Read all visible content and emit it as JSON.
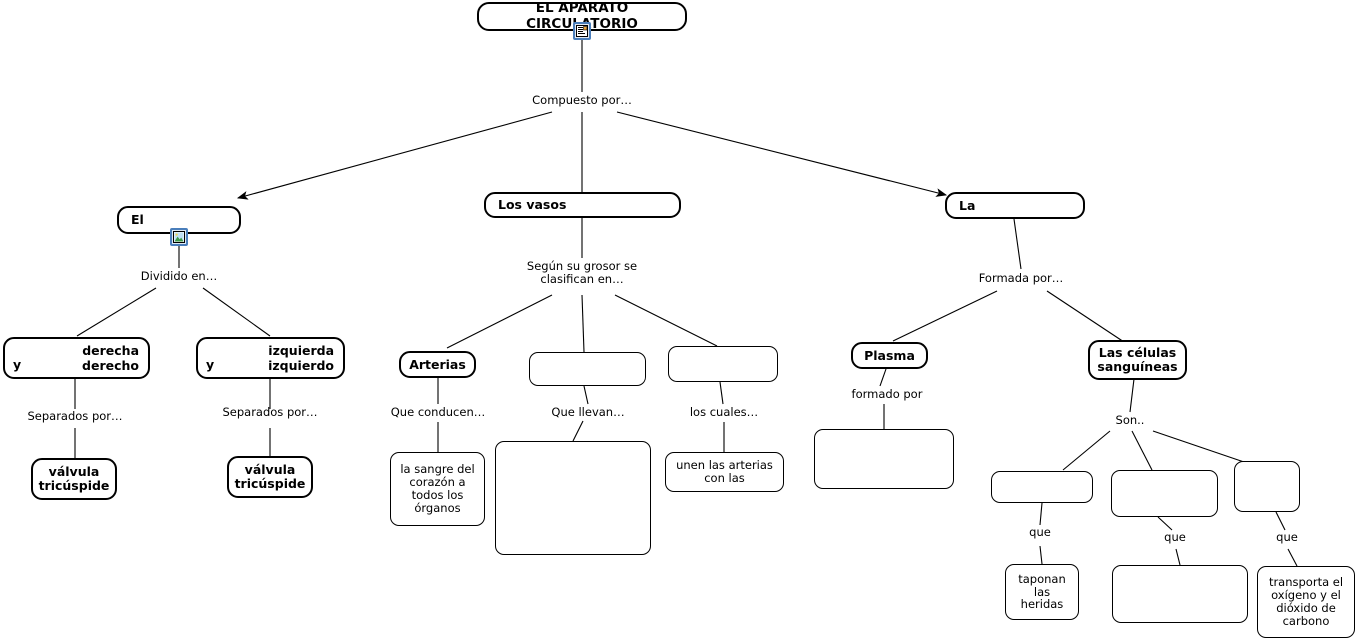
{
  "map": {
    "title": "EL APARATO CIRCULATORIO",
    "language": "es",
    "root": {
      "label": "EL APARATO CIRCULATORIO",
      "icon": "notes-icon"
    },
    "link_labels": {
      "compuesto_por": "Compuesto por…",
      "dividido_en": "Dividido en…",
      "segun_grosor": "Según su grosor se\nclasifican en…",
      "formada_por": "Formada por…",
      "separados_por_1": "Separados por…",
      "separados_por_2": "Separados por…",
      "que_conducen": "Que conducen…",
      "que_llevan": "Que llevan…",
      "los_cuales": "los cuales…",
      "formado_por": "formado por",
      "son": "Son..",
      "que_1": "que",
      "que_2": "que",
      "que_3": "que"
    },
    "nodes": {
      "el_corazon": {
        "label": "El",
        "icon": "image-icon"
      },
      "los_vasos": {
        "label": "Los vasos"
      },
      "la_sangre": {
        "label": "La"
      },
      "lado_derecho": {
        "lhs": "y",
        "rhs": "derecha\nderecho"
      },
      "lado_izquierdo": {
        "lhs": "y",
        "rhs": "izquierda\nizquierdo"
      },
      "valvula_tricuspide_1": {
        "label": "válvula\ntricúspide"
      },
      "valvula_tricuspide_2": {
        "label": "válvula\ntricúspide"
      },
      "arterias": {
        "label": "Arterias"
      },
      "vasos_empty_1": {
        "label": ""
      },
      "vasos_empty_2": {
        "label": ""
      },
      "sangre_organos": {
        "label": "la sangre del\ncorazón a\ntodos los\nórganos"
      },
      "llevan_empty": {
        "label": ""
      },
      "unen_arterias": {
        "label": "unen las arterias\ncon las"
      },
      "plasma": {
        "label": "Plasma"
      },
      "plasma_empty": {
        "label": ""
      },
      "celulas_sanguineas": {
        "label": "Las células\nsanguíneas"
      },
      "celula_empty_1": {
        "label": ""
      },
      "celula_empty_2": {
        "label": ""
      },
      "celula_empty_3": {
        "label": ""
      },
      "taponan_heridas": {
        "label": "taponan\nlas\nheridas"
      },
      "celula_leaf_empty": {
        "label": ""
      },
      "transporta_oxigeno": {
        "label": "transporta el\noxígeno y el\ndióxido de\ncarbono"
      }
    },
    "colors": {
      "stroke": "#000000",
      "text": "#000000",
      "background": "#ffffff",
      "icon_border": "#4a7ebb",
      "icon_fill": "#dfe8f3"
    }
  }
}
